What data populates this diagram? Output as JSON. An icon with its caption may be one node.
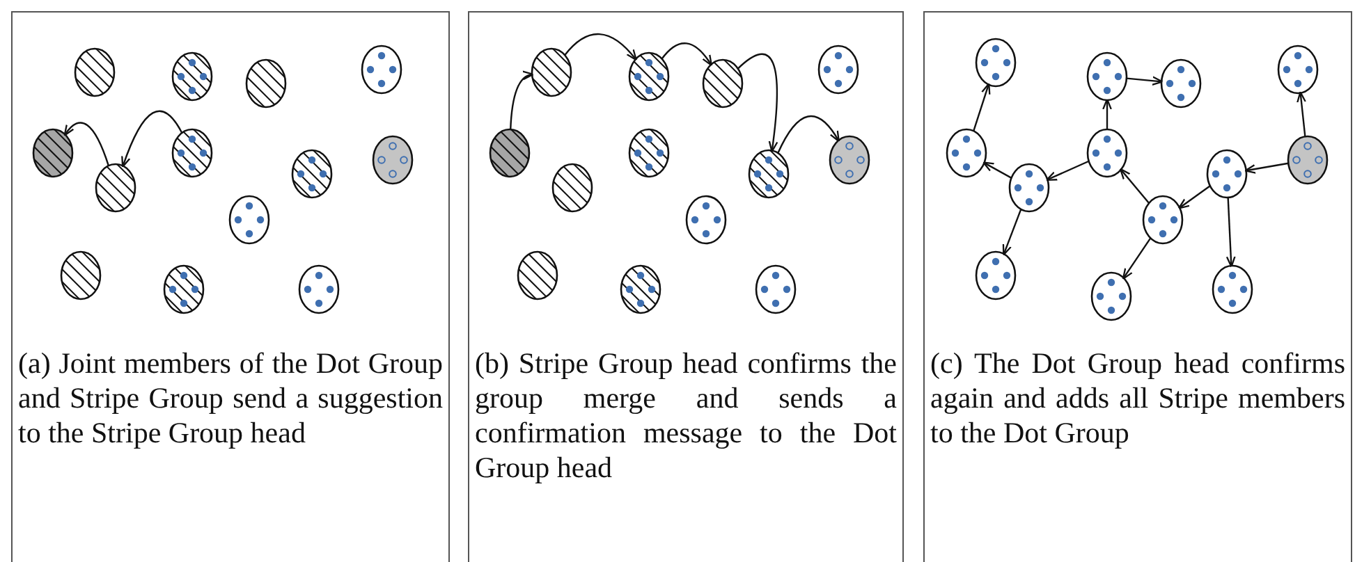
{
  "diagram": {
    "nodes": [
      {
        "text": [
          "(a) Joint members of the Dot Group and Stripe Group send a suggestion to the Stripe Group head"
        ]
      },
      {
        "text": [],
        "shape": "ellipse",
        "in": 0
      },
      {
        "text": [],
        "shape": "ellipse",
        "in": 0
      },
      {
        "text": [],
        "shape": "ellipse",
        "in": 0
      },
      {
        "text": [],
        "shape": "ellipse",
        "in": 0
      },
      {
        "text": [],
        "shape": "ellipse",
        "in": 0
      },
      {
        "text": [],
        "shape": "ellipse",
        "in": 0
      },
      {
        "text": [],
        "shape": "ellipse",
        "in": 0
      },
      {
        "text": [],
        "shape": "ellipse",
        "in": 0
      },
      {
        "text": [],
        "shape": "ellipse",
        "in": 0
      },
      {
        "text": [],
        "shape": "ellipse",
        "in": 0
      },
      {
        "text": [],
        "shape": "ellipse",
        "in": 0
      },
      {
        "text": [],
        "shape": "ellipse",
        "in": 0
      },
      {
        "text": [],
        "shape": "ellipse",
        "in": 0
      },
      {
        "text": [
          "(b) Stripe Group head confirms the group merge and sends a confirmation message to the Dot Group head"
        ]
      },
      {
        "text": [],
        "shape": "ellipse",
        "in": 14
      },
      {
        "text": [],
        "shape": "ellipse",
        "in": 14
      },
      {
        "text": [],
        "shape": "ellipse",
        "in": 14
      },
      {
        "text": [],
        "shape": "ellipse",
        "in": 14
      },
      {
        "text": [],
        "shape": "ellipse",
        "in": 14
      },
      {
        "text": [],
        "shape": "ellipse",
        "in": 14
      },
      {
        "text": [],
        "shape": "ellipse",
        "in": 14
      },
      {
        "text": [],
        "shape": "ellipse",
        "in": 14
      },
      {
        "text": [],
        "shape": "ellipse",
        "in": 14
      },
      {
        "text": [],
        "shape": "ellipse",
        "in": 14
      },
      {
        "text": [],
        "shape": "ellipse",
        "in": 14
      },
      {
        "text": [],
        "shape": "ellipse",
        "in": 14
      },
      {
        "text": [],
        "shape": "ellipse",
        "in": 14
      },
      {
        "text": [
          "(c) The Dot Group head confirms again and adds all Stripe members to the Dot Group"
        ]
      },
      {
        "text": [],
        "shape": "ellipse",
        "in": 28
      },
      {
        "text": [],
        "shape": "ellipse",
        "in": 28
      },
      {
        "text": [],
        "shape": "ellipse",
        "in": 28
      },
      {
        "text": [],
        "shape": "ellipse",
        "in": 28
      },
      {
        "text": [],
        "shape": "ellipse",
        "in": 28
      },
      {
        "text": [],
        "shape": "ellipse",
        "in": 28
      },
      {
        "text": [],
        "shape": "ellipse",
        "in": 28
      },
      {
        "text": [],
        "shape": "ellipse",
        "in": 28
      },
      {
        "text": [],
        "shape": "ellipse",
        "in": 28
      },
      {
        "text": [],
        "shape": "ellipse",
        "in": 28
      },
      {
        "text": [],
        "shape": "ellipse",
        "in": 28
      },
      {
        "text": [],
        "shape": "ellipse",
        "in": 28
      },
      {
        "text": [],
        "shape": "ellipse",
        "in": 28
      }
    ],
    "edges": [
      {
        "from": 6,
        "to": 9,
        "arrow": "to"
      },
      {
        "from": 9,
        "to": 5,
        "arrow": "to"
      },
      {
        "from": 19,
        "to": 15,
        "arrow": "to"
      },
      {
        "from": 15,
        "to": 16,
        "arrow": "to"
      },
      {
        "from": 16,
        "to": 17,
        "arrow": "to"
      },
      {
        "from": 17,
        "to": 22,
        "arrow": "to"
      },
      {
        "from": 22,
        "to": 21,
        "arrow": "to"
      },
      {
        "from": 37,
        "to": 32,
        "arrow": "to"
      },
      {
        "from": 37,
        "to": 36,
        "arrow": "to"
      },
      {
        "from": 36,
        "to": 38,
        "arrow": "to"
      },
      {
        "from": 36,
        "to": 41,
        "arrow": "to"
      },
      {
        "from": 38,
        "to": 34,
        "arrow": "to"
      },
      {
        "from": 38,
        "to": 40,
        "arrow": "to"
      },
      {
        "from": 34,
        "to": 30,
        "arrow": "to"
      },
      {
        "from": 30,
        "to": 31,
        "arrow": "to"
      },
      {
        "from": 34,
        "to": 35,
        "arrow": "to"
      },
      {
        "from": 35,
        "to": 33,
        "arrow": "to"
      },
      {
        "from": 33,
        "to": 29,
        "arrow": "to"
      },
      {
        "from": 35,
        "to": 39,
        "arrow": "to"
      }
    ]
  }
}
